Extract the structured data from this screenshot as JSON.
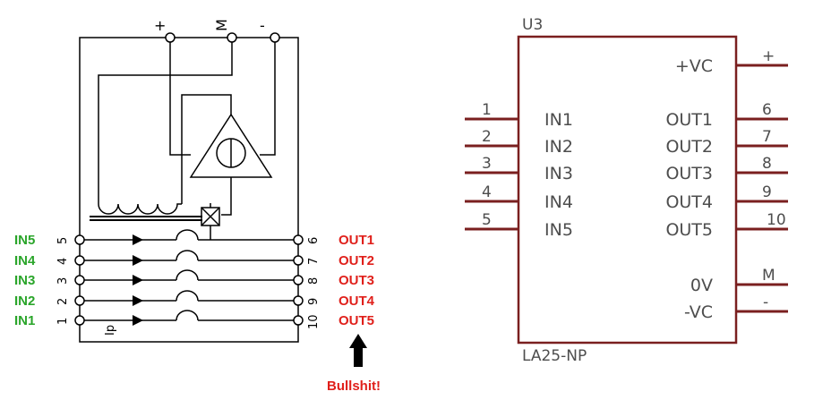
{
  "left": {
    "top_terminals": [
      "+",
      "M",
      "-"
    ],
    "inputs": [
      {
        "label": "IN5",
        "num": "5"
      },
      {
        "label": "IN4",
        "num": "4"
      },
      {
        "label": "IN3",
        "num": "3"
      },
      {
        "label": "IN2",
        "num": "2"
      },
      {
        "label": "IN1",
        "num": "1"
      }
    ],
    "outputs": [
      {
        "label": "OUT1",
        "num": "6"
      },
      {
        "label": "OUT2",
        "num": "7"
      },
      {
        "label": "OUT3",
        "num": "8"
      },
      {
        "label": "OUT4",
        "num": "9"
      },
      {
        "label": "OUT5",
        "num": "10"
      }
    ],
    "ip_label": "Ip",
    "annotation": "Bullshit!",
    "colors": {
      "input_label": "#2aa52a",
      "output_label": "#e0201b"
    }
  },
  "right": {
    "ref": "U3",
    "part": "LA25-NP",
    "left_pins": [
      {
        "num": "1",
        "name": "IN1"
      },
      {
        "num": "2",
        "name": "IN2"
      },
      {
        "num": "3",
        "name": "IN3"
      },
      {
        "num": "4",
        "name": "IN4"
      },
      {
        "num": "5",
        "name": "IN5"
      }
    ],
    "right_pins": [
      {
        "num": "+",
        "name": "+VC"
      },
      {
        "num": "6",
        "name": "OUT1"
      },
      {
        "num": "7",
        "name": "OUT2"
      },
      {
        "num": "8",
        "name": "OUT3"
      },
      {
        "num": "9",
        "name": "OUT4"
      },
      {
        "num": "10",
        "name": "OUT5"
      },
      {
        "num": "M",
        "name": "0V"
      },
      {
        "num": "-",
        "name": "-VC"
      }
    ],
    "colors": {
      "body": "#7a1f1f",
      "text": "#4d4d4d"
    }
  }
}
